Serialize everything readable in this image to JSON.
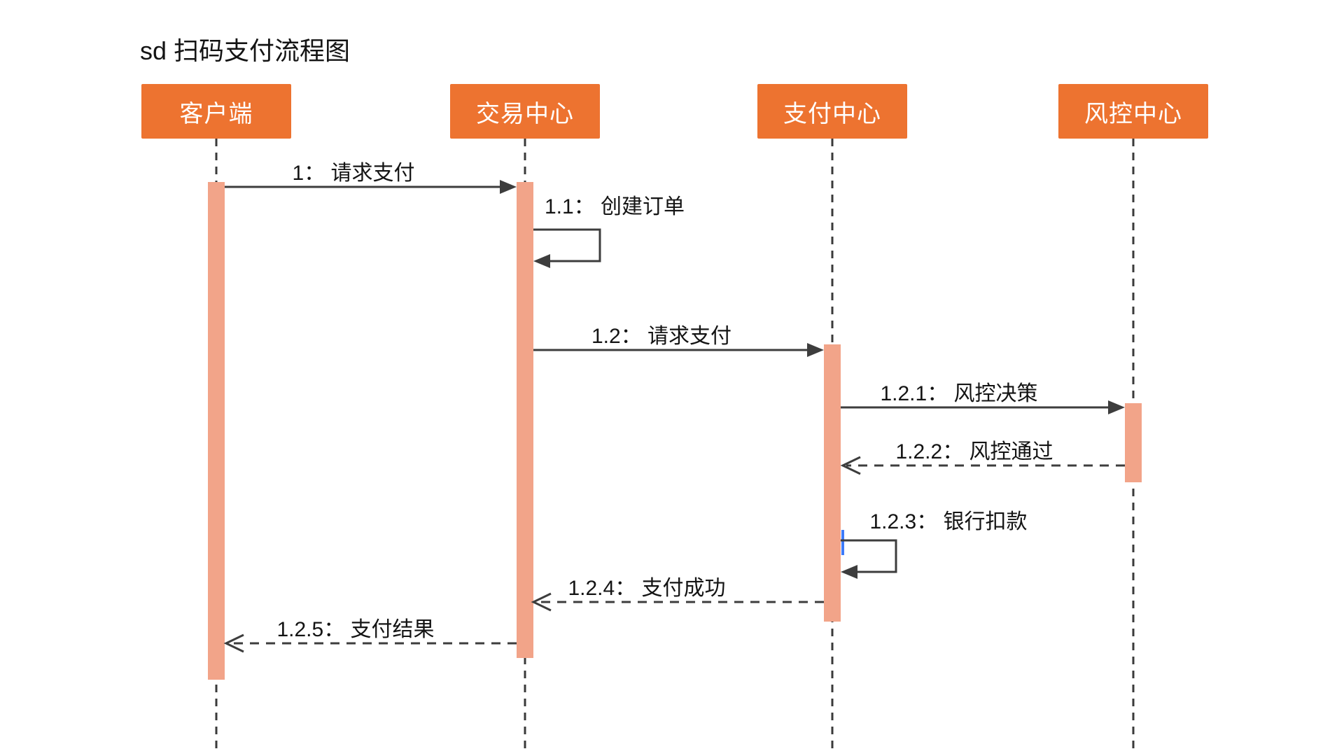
{
  "diagram": {
    "type": "uml-sequence",
    "title": "sd 扫码支付流程图",
    "actors": [
      {
        "label": "客户端"
      },
      {
        "label": "交易中心"
      },
      {
        "label": "支付中心"
      },
      {
        "label": "风控中心"
      }
    ],
    "messages": [
      {
        "label": "1： 请求支付",
        "from": "客户端",
        "to": "交易中心",
        "style": "solid"
      },
      {
        "label": "1.1： 创建订单",
        "from": "交易中心",
        "to": "交易中心",
        "style": "self"
      },
      {
        "label": "1.2： 请求支付",
        "from": "交易中心",
        "to": "支付中心",
        "style": "solid"
      },
      {
        "label": "1.2.1： 风控决策",
        "from": "支付中心",
        "to": "风控中心",
        "style": "solid"
      },
      {
        "label": "1.2.2： 风控通过",
        "from": "风控中心",
        "to": "支付中心",
        "style": "dashed"
      },
      {
        "label": "1.2.3： 银行扣款",
        "from": "支付中心",
        "to": "支付中心",
        "style": "self"
      },
      {
        "label": "1.2.4： 支付成功",
        "from": "支付中心",
        "to": "交易中心",
        "style": "dashed"
      },
      {
        "label": "1.2.5： 支付结果",
        "from": "交易中心",
        "to": "客户端",
        "style": "dashed"
      }
    ],
    "colors": {
      "actor_box": "#ED7330",
      "actor_text": "#FFFFFF",
      "activation_bar": "#F2A489",
      "line": "#3D3D3D",
      "label_text": "#141414",
      "cursor": "#3E7BFA",
      "background": "#FFFFFF"
    }
  }
}
